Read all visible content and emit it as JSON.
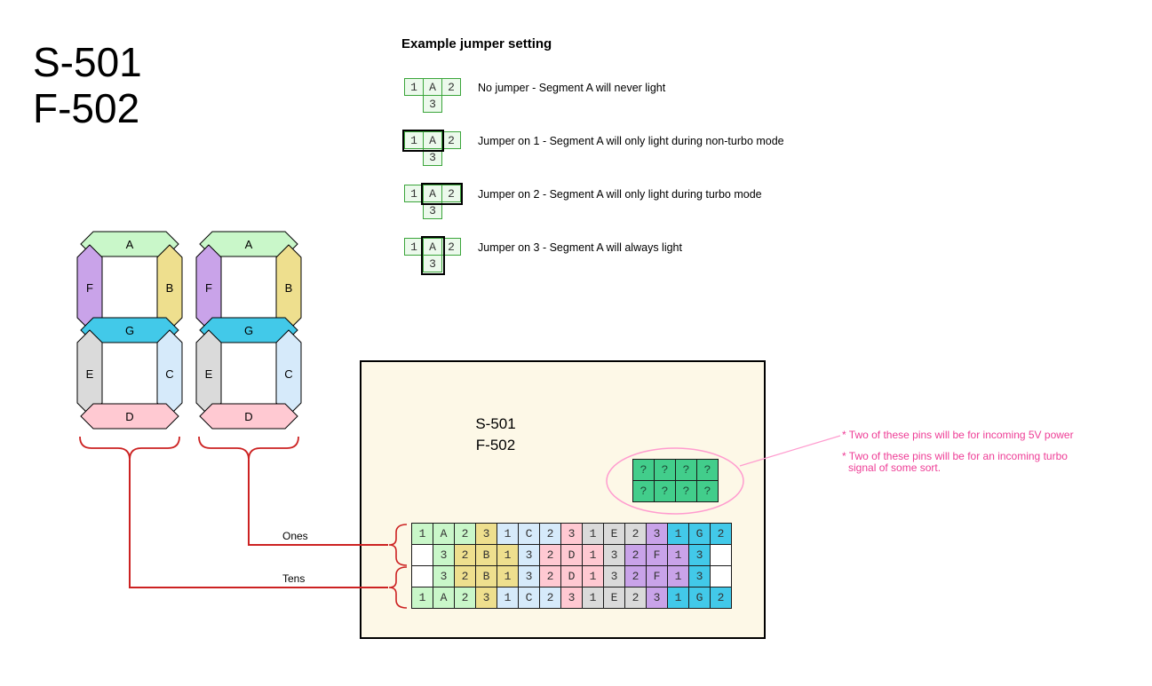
{
  "colors": {
    "segments": {
      "A": "#c9f7c9",
      "B": "#eedf8e",
      "C": "#d6eafa",
      "D": "#ffc9d2",
      "E": "#dadada",
      "F": "#c9a3e9",
      "G": "#42c9e9",
      "W": "#ffffff"
    },
    "example_cell_fill": "#ecf9ec",
    "example_cell_border": "#3aa53a",
    "mystery_cell": "#42cd8b",
    "mystery_text": "#1d4d38",
    "red_line": "#cc2222",
    "pink_line": "#ff9ccf",
    "pink_text": "#ee3d96",
    "board_bg": "#fdf8e7"
  },
  "title": {
    "line1": "S-501",
    "line2": "F-502"
  },
  "examples_section": {
    "heading": "Example jumper setting",
    "items": [
      {
        "pins": [
          "1",
          "A",
          "2",
          "3"
        ],
        "jumper": "none",
        "caption": "No jumper - Segment A will never light"
      },
      {
        "pins": [
          "1",
          "A",
          "2",
          "3"
        ],
        "jumper": "1",
        "caption": "Jumper on 1 - Segment A will only light during non-turbo mode"
      },
      {
        "pins": [
          "1",
          "A",
          "2",
          "3"
        ],
        "jumper": "2",
        "caption": "Jumper on 2 - Segment A will only light during turbo mode"
      },
      {
        "pins": [
          "1",
          "A",
          "2",
          "3"
        ],
        "jumper": "3",
        "caption": "Jumper on 3 - Segment A will always light"
      }
    ]
  },
  "display": {
    "labels": {
      "A": "A",
      "B": "B",
      "C": "C",
      "D": "D",
      "E": "E",
      "F": "F",
      "G": "G"
    }
  },
  "connections": {
    "ones_label": "Ones",
    "tens_label": "Tens"
  },
  "board": {
    "title_line1": "S-501",
    "title_line2": "F-502",
    "mystery_grid": {
      "rows": 2,
      "cols": 4,
      "cell_text": "?"
    },
    "notes": {
      "note1": "* Two of these pins will be for incoming 5V power",
      "note2_line1": "* Two of these pins will be for an incoming turbo",
      "note2_line2": "signal of some sort."
    }
  },
  "jumper_grid": {
    "rows": [
      [
        {
          "t": "1",
          "s": "A"
        },
        {
          "t": "A",
          "s": "A"
        },
        {
          "t": "2",
          "s": "A"
        },
        {
          "t": "3",
          "s": "B"
        },
        {
          "t": "1",
          "s": "C"
        },
        {
          "t": "C",
          "s": "C"
        },
        {
          "t": "2",
          "s": "C"
        },
        {
          "t": "3",
          "s": "D"
        },
        {
          "t": "1",
          "s": "E"
        },
        {
          "t": "E",
          "s": "E"
        },
        {
          "t": "2",
          "s": "E"
        },
        {
          "t": "3",
          "s": "F"
        },
        {
          "t": "1",
          "s": "G"
        },
        {
          "t": "G",
          "s": "G"
        },
        {
          "t": "2",
          "s": "G"
        }
      ],
      [
        {
          "t": "",
          "s": "W"
        },
        {
          "t": "3",
          "s": "A"
        },
        {
          "t": "2",
          "s": "B"
        },
        {
          "t": "B",
          "s": "B"
        },
        {
          "t": "1",
          "s": "B"
        },
        {
          "t": "3",
          "s": "C"
        },
        {
          "t": "2",
          "s": "D"
        },
        {
          "t": "D",
          "s": "D"
        },
        {
          "t": "1",
          "s": "D"
        },
        {
          "t": "3",
          "s": "E"
        },
        {
          "t": "2",
          "s": "F"
        },
        {
          "t": "F",
          "s": "F"
        },
        {
          "t": "1",
          "s": "F"
        },
        {
          "t": "3",
          "s": "G"
        },
        {
          "t": "",
          "s": "W"
        }
      ],
      [
        {
          "t": "",
          "s": "W"
        },
        {
          "t": "3",
          "s": "A"
        },
        {
          "t": "2",
          "s": "B"
        },
        {
          "t": "B",
          "s": "B"
        },
        {
          "t": "1",
          "s": "B"
        },
        {
          "t": "3",
          "s": "C"
        },
        {
          "t": "2",
          "s": "D"
        },
        {
          "t": "D",
          "s": "D"
        },
        {
          "t": "1",
          "s": "D"
        },
        {
          "t": "3",
          "s": "E"
        },
        {
          "t": "2",
          "s": "F"
        },
        {
          "t": "F",
          "s": "F"
        },
        {
          "t": "1",
          "s": "F"
        },
        {
          "t": "3",
          "s": "G"
        },
        {
          "t": "",
          "s": "W"
        }
      ],
      [
        {
          "t": "1",
          "s": "A"
        },
        {
          "t": "A",
          "s": "A"
        },
        {
          "t": "2",
          "s": "A"
        },
        {
          "t": "3",
          "s": "B"
        },
        {
          "t": "1",
          "s": "C"
        },
        {
          "t": "C",
          "s": "C"
        },
        {
          "t": "2",
          "s": "C"
        },
        {
          "t": "3",
          "s": "D"
        },
        {
          "t": "1",
          "s": "E"
        },
        {
          "t": "E",
          "s": "E"
        },
        {
          "t": "2",
          "s": "E"
        },
        {
          "t": "3",
          "s": "F"
        },
        {
          "t": "1",
          "s": "G"
        },
        {
          "t": "G",
          "s": "G"
        },
        {
          "t": "2",
          "s": "G"
        }
      ]
    ]
  }
}
